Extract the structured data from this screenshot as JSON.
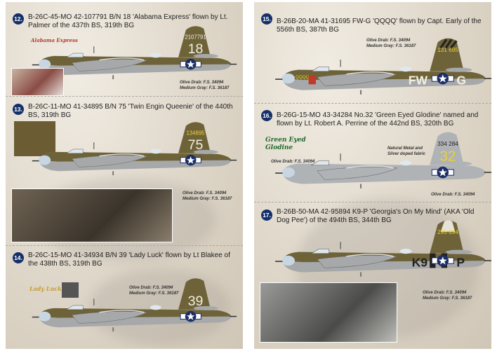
{
  "colors": {
    "olive": "#6e6238",
    "gray": "#a6a8aa",
    "number_badge": "#14306b",
    "yellow": "#e8d234",
    "white_code": "#f3efe0",
    "metal": "#b0b3b6"
  },
  "profiles": [
    {
      "number": "12.",
      "title": "B-26C-45-MO 42-107791 B/N 18 'Alabama Express' flown by Lt. Palmer of the 437th BS, 319th BG",
      "tail_serial": "2107791",
      "tail_code": "18",
      "notes": [
        "Olive Drab: F.S. 34094",
        "Medium Gray: F.S. 36187"
      ],
      "nose_art": "Alabama Express"
    },
    {
      "number": "13.",
      "title": "B-26C-11-MO 41-34895 B/N 75 'Twin Engin Queenie' of the 440th BS, 319th BG",
      "tail_serial": "134895",
      "tail_code": "75",
      "notes": [
        "Olive Drab: F.S. 34094",
        "Medium Gray: F.S. 36187"
      ]
    },
    {
      "number": "14.",
      "title": "B-26C-15-MO 41-34934 B/N 39 'Lady Luck' flown by Lt Blakee of the 438th BS, 319th BG",
      "tail_code": "39",
      "notes": [
        "Olive Drab: F.S. 34094",
        "Medium Gray: F.S. 36187"
      ],
      "nose_art": "Lady Luck"
    },
    {
      "number": "15.",
      "title": "B-26B-20-MA 41-31695 FW-G 'QQQQ' flown by Capt. Early of the 556th BS, 387th BG",
      "tail_serial": "131 695",
      "fuselage_code_left": "FW",
      "fuselage_code_right": "G",
      "nose_art": "QQQQ",
      "notes": [
        "Olive Drab: F.S. 34094",
        "Medium Gray: F.S. 36187"
      ]
    },
    {
      "number": "16.",
      "title": "B-26G-15-MO 43-34284 No.32 'Green Eyed Glodine' named and flown by Lt. Robert A. Perrine of the 442nd BS, 320th BG",
      "tail_serial": "334 284",
      "tail_code": "32",
      "nose_art": "Green Eyed Glodine",
      "notes": [
        "Olive Drab: F.S. 34094"
      ],
      "notes_metal": [
        "Natural Metal and",
        "Silver doped fabric"
      ],
      "notes_right": [
        "Olive Drab: F.S. 34094"
      ]
    },
    {
      "number": "17.",
      "title": "B-26B-50-MA 42-95894 K9-P 'Georgia's On My Mind' (AKA 'Old Dog Pee') of the 494th BS, 344th BG",
      "tail_serial": "295 894",
      "fuselage_code_left": "K9",
      "fuselage_code_right": "P",
      "notes": [
        "Olive Drab: F.S. 34094",
        "Medium Gray: F.S. 36187"
      ]
    }
  ]
}
